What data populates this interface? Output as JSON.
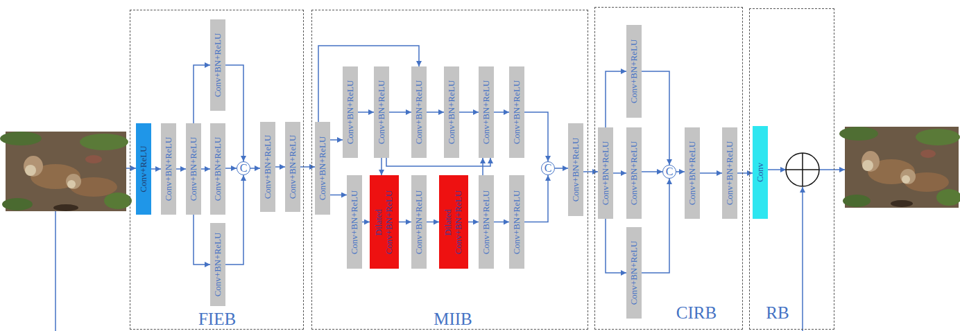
{
  "diagram": {
    "nodes": [
      {
        "text": [
          "FIEB"
        ]
      },
      {
        "text": [
          "Conv+ReLU"
        ],
        "in": 0
      },
      {
        "text": [
          "Conv+BN+ReLU"
        ],
        "in": 0
      },
      {
        "text": [
          "Conv+BN+ReLU"
        ],
        "in": 0
      },
      {
        "text": [
          "Conv+BN+ReLU"
        ],
        "in": 0
      },
      {
        "text": [
          "Conv+BN+ReLU"
        ],
        "in": 0
      },
      {
        "text": [
          "Conv+BN+ReLU"
        ],
        "in": 0
      },
      {
        "text": [
          "C"
        ],
        "in": 0
      },
      {
        "text": [
          "Conv+BN+ReLU"
        ],
        "in": 0
      },
      {
        "text": [
          "Conv+BN+ReLU"
        ],
        "in": 0
      },
      {
        "text": [
          "MIIB"
        ]
      },
      {
        "text": [
          "Conv+BN+ReLU"
        ],
        "in": 10
      },
      {
        "text": [
          "Conv+BN+ReLU"
        ],
        "in": 10
      },
      {
        "text": [
          "Conv+BN+ReLU"
        ],
        "in": 10
      },
      {
        "text": [
          "Conv+BN+ReLU"
        ],
        "in": 10
      },
      {
        "text": [
          "Conv+BN+ReLU"
        ],
        "in": 10
      },
      {
        "text": [
          "Conv+BN+ReLU"
        ],
        "in": 10
      },
      {
        "text": [
          "Conv+BN+ReLU"
        ],
        "in": 10
      },
      {
        "text": [
          "Conv+BN+ReLU"
        ],
        "in": 10
      },
      {
        "text": [
          "Dilated Conv+BN+ReLU"
        ],
        "in": 10
      },
      {
        "text": [
          "Conv+BN+ReLU"
        ],
        "in": 10
      },
      {
        "text": [
          "Dilated Conv+BN+ReLU"
        ],
        "in": 10
      },
      {
        "text": [
          "Conv+BN+ReLU"
        ],
        "in": 10
      },
      {
        "text": [
          "Conv+BN+ReLU"
        ],
        "in": 10
      },
      {
        "text": [
          "C"
        ],
        "in": 10
      },
      {
        "text": [
          "Conv+BN+ReLU"
        ],
        "in": 10
      },
      {
        "text": [
          "CIRB"
        ]
      },
      {
        "text": [
          "Conv+BN+ReLU"
        ],
        "in": 26
      },
      {
        "text": [
          "Conv+BN+ReLU"
        ],
        "in": 26
      },
      {
        "text": [
          "Conv+BN+ReLU"
        ],
        "in": 26
      },
      {
        "text": [
          "Conv+BN+ReLU"
        ],
        "in": 26
      },
      {
        "text": [
          "C"
        ],
        "in": 26
      },
      {
        "text": [
          "Conv+BN+ReLU"
        ],
        "in": 26
      },
      {
        "text": [
          "Conv+BN+ReLU"
        ],
        "in": 26
      },
      {
        "text": [
          "RB"
        ]
      },
      {
        "text": [
          "Conv"
        ],
        "in": 34
      }
    ],
    "edges": [
      {
        "from": 1,
        "to": 2,
        "arrow": "to"
      },
      {
        "from": 2,
        "to": 3,
        "arrow": "to"
      },
      {
        "from": 3,
        "to": 4,
        "arrow": "to"
      },
      {
        "from": 3,
        "to": 5,
        "arrow": "to"
      },
      {
        "from": 3,
        "to": 6,
        "arrow": "to"
      },
      {
        "from": 4,
        "to": 7,
        "arrow": "to"
      },
      {
        "from": 5,
        "to": 7,
        "arrow": "to"
      },
      {
        "from": 6,
        "to": 7,
        "arrow": "to"
      },
      {
        "from": 7,
        "to": 8,
        "arrow": "to"
      },
      {
        "from": 8,
        "to": 9,
        "arrow": "to"
      },
      {
        "from": 9,
        "to": 11,
        "arrow": "to"
      },
      {
        "from": 11,
        "to": 12,
        "arrow": "to"
      },
      {
        "from": 11,
        "to": 18,
        "arrow": "to"
      },
      {
        "from": 11,
        "to": 14,
        "arrow": "to"
      },
      {
        "from": 12,
        "to": 13,
        "arrow": "to"
      },
      {
        "from": 13,
        "to": 14,
        "arrow": "to"
      },
      {
        "from": 14,
        "to": 15,
        "arrow": "to"
      },
      {
        "from": 15,
        "to": 16,
        "arrow": "to"
      },
      {
        "from": 16,
        "to": 17,
        "arrow": "to"
      },
      {
        "from": 13,
        "to": 19,
        "arrow": "to"
      },
      {
        "from": 13,
        "to": 16,
        "arrow": "to"
      },
      {
        "from": 18,
        "to": 19,
        "arrow": "to"
      },
      {
        "from": 19,
        "to": 20,
        "arrow": "to"
      },
      {
        "from": 20,
        "to": 21,
        "arrow": "to"
      },
      {
        "from": 21,
        "to": 22,
        "arrow": "to"
      },
      {
        "from": 22,
        "to": 16,
        "arrow": "to"
      },
      {
        "from": 22,
        "to": 23,
        "arrow": "to"
      },
      {
        "from": 17,
        "to": 24,
        "arrow": "to"
      },
      {
        "from": 23,
        "to": 24,
        "arrow": "to"
      },
      {
        "from": 24,
        "to": 25,
        "arrow": "to"
      },
      {
        "from": 25,
        "to": 27,
        "arrow": "to"
      },
      {
        "from": 27,
        "to": 28,
        "arrow": "to"
      },
      {
        "from": 27,
        "to": 29,
        "arrow": "to"
      },
      {
        "from": 27,
        "to": 30,
        "arrow": "to"
      },
      {
        "from": 28,
        "to": 31,
        "arrow": "to"
      },
      {
        "from": 29,
        "to": 31,
        "arrow": "to"
      },
      {
        "from": 30,
        "to": 31,
        "arrow": "to"
      },
      {
        "from": 31,
        "to": 32,
        "arrow": "to"
      },
      {
        "from": 32,
        "to": 33,
        "arrow": "to"
      },
      {
        "from": 33,
        "to": 35,
        "arrow": "to"
      }
    ]
  }
}
